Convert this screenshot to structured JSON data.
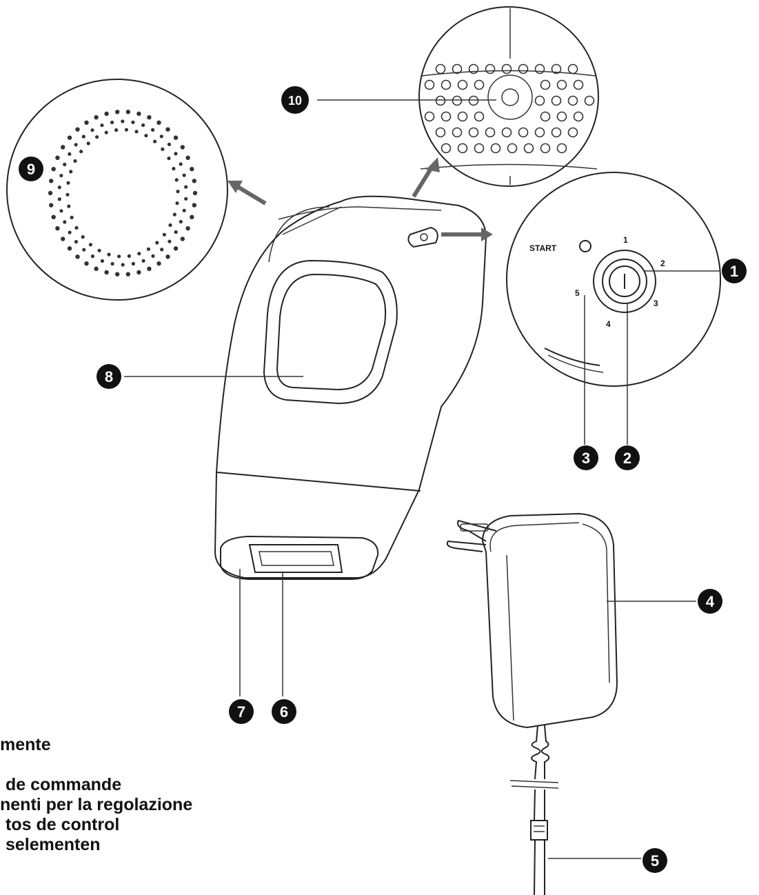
{
  "callouts": [
    "1",
    "2",
    "3",
    "4",
    "5",
    "6",
    "7",
    "8",
    "9",
    "10"
  ],
  "control_panel": {
    "start_label": "START",
    "dial_levels": [
      "1",
      "2",
      "3",
      "4",
      "5"
    ]
  },
  "legend_lines": [
    "mente",
    "",
    "de commande",
    "nenti per la regolazione",
    "tos de control",
    "selementen"
  ]
}
